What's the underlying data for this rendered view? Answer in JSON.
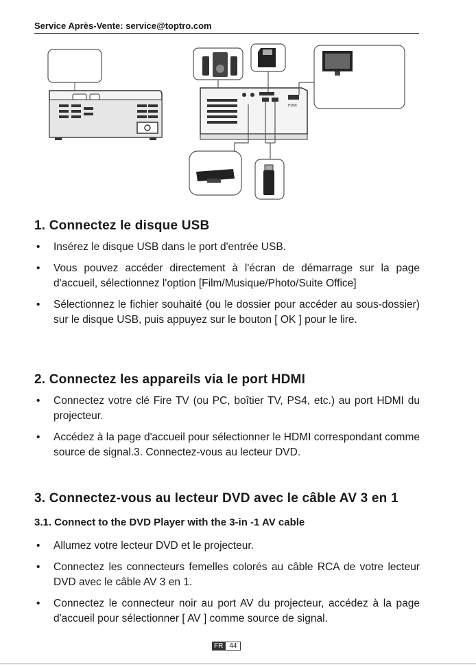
{
  "header": {
    "text": "Service Après-Vente: service@toptro.com"
  },
  "section1": {
    "title": "1. Connectez le disque USB",
    "items": [
      "Insérez le disque USB dans le port d'entrée USB.",
      "Vous pouvez accéder directement à l'écran de démarrage sur la page d'accueil, sélectionnez l'option [Film/Musique/Photo/Suite Office]",
      "Sélectionnez le fichier souhaité (ou le dossier pour accéder au sous-dossier) sur le disque USB, puis appuyez sur le bouton [ OK ] pour le lire."
    ]
  },
  "section2": {
    "title": "2. Connectez les appareils via le port HDMI",
    "items": [
      "Connectez votre clé Fire TV (ou PC, boîtier TV, PS4, etc.) au port HDMI du projecteur.",
      "Accédez à la page d'accueil pour sélectionner le HDMI correspondant comme source de signal.3. Connectez-vous au lecteur DVD."
    ]
  },
  "section3": {
    "title": "3. Connectez-vous au lecteur DVD avec le câble AV 3 en 1",
    "subtitle": "3.1. Connect to the DVD Player with the 3-in -1 AV cable",
    "items": [
      "Allumez votre lecteur DVD et le projecteur.",
      "Connectez les connecteurs femelles colorés au câble RCA de votre lecteur DVD avec le câble AV 3 en 1.",
      "Connectez le connecteur noir au port AV du projecteur, accédez à la page d'accueil pour sélectionner [ AV ] comme source de signal."
    ]
  },
  "footer": {
    "lang": "FR",
    "page": "44"
  },
  "figure": {
    "hdmi_label": "HDMI"
  }
}
